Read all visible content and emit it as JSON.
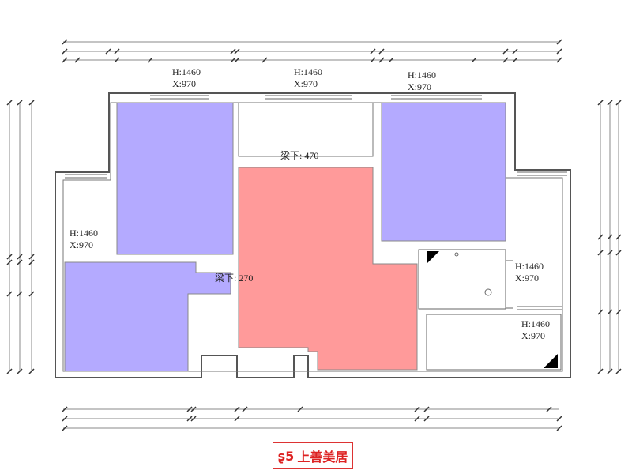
{
  "window_labels": [
    {
      "h": "H:1460",
      "x": "X:970"
    },
    {
      "h": "H:1460",
      "x": "X:970"
    },
    {
      "h": "H:1460",
      "x": "X:970"
    },
    {
      "h": "H:1460",
      "x": "X:970"
    },
    {
      "h": "H:1460",
      "x": "X:970"
    },
    {
      "h": "H:1460",
      "x": "X:970"
    }
  ],
  "beams": [
    "梁下: 470",
    "梁下: 270"
  ],
  "colors": {
    "bedroom": "#b4aaff",
    "living": "#ff9a9a",
    "wall": "#555555"
  },
  "logo": {
    "mark": "ʂ5",
    "text": "上善美居"
  }
}
